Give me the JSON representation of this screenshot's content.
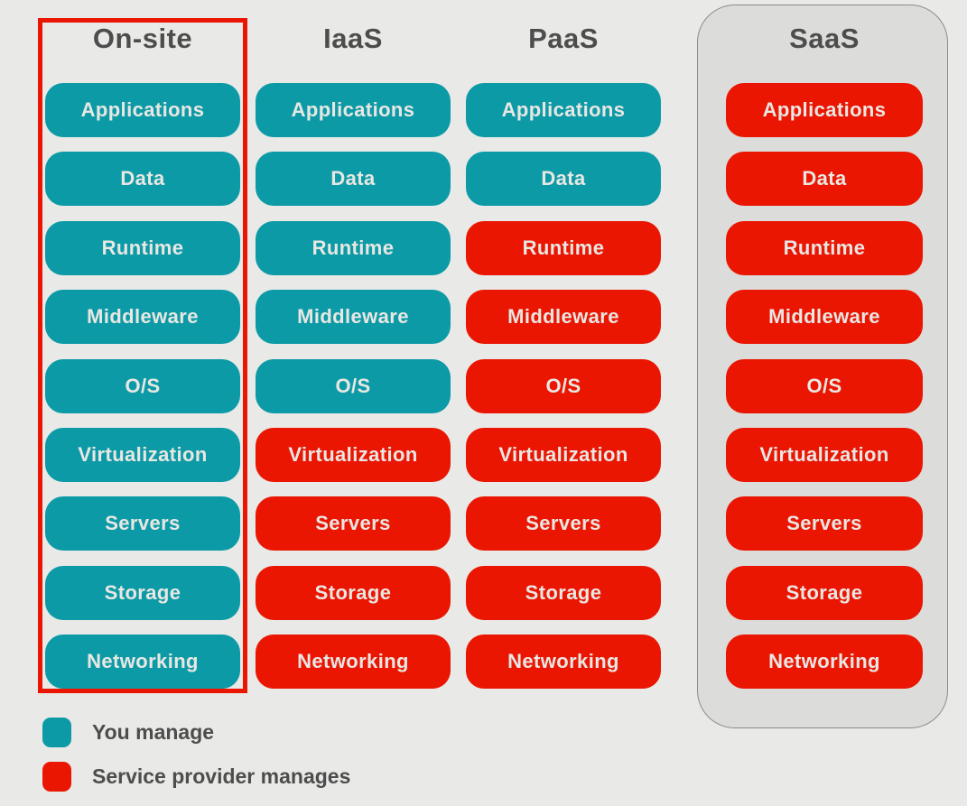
{
  "colors": {
    "background": "#E9E9E7",
    "teal": "#0C9BA6",
    "red": "#EA1602",
    "pill_text": "#E9E7E3",
    "header_text": "#4D4D4D",
    "saas_box_bg": "#DCDCDA",
    "saas_box_border": "#8C8C8C",
    "highlight_border": "#EA1602"
  },
  "legend": {
    "items": [
      {
        "swatch_color": "#0C9BA6",
        "swatch": "teal",
        "label": "You manage"
      },
      {
        "swatch_color": "#EA1602",
        "swatch": "red",
        "label": "Service provider manages"
      }
    ]
  },
  "columns": [
    {
      "name": "On-site",
      "highlighted": true,
      "pills": [
        {
          "label": "Applications",
          "managed_by": "you"
        },
        {
          "label": "Data",
          "managed_by": "you"
        },
        {
          "label": "Runtime",
          "managed_by": "you"
        },
        {
          "label": "Middleware",
          "managed_by": "you"
        },
        {
          "label": "O/S",
          "managed_by": "you"
        },
        {
          "label": "Virtualization",
          "managed_by": "you"
        },
        {
          "label": "Servers",
          "managed_by": "you"
        },
        {
          "label": "Storage",
          "managed_by": "you"
        },
        {
          "label": "Networking",
          "managed_by": "you"
        }
      ]
    },
    {
      "name": "IaaS",
      "highlighted": false,
      "pills": [
        {
          "label": "Applications",
          "managed_by": "you"
        },
        {
          "label": "Data",
          "managed_by": "you"
        },
        {
          "label": "Runtime",
          "managed_by": "you"
        },
        {
          "label": "Middleware",
          "managed_by": "you"
        },
        {
          "label": "O/S",
          "managed_by": "you"
        },
        {
          "label": "Virtualization",
          "managed_by": "provider"
        },
        {
          "label": "Servers",
          "managed_by": "provider"
        },
        {
          "label": "Storage",
          "managed_by": "provider"
        },
        {
          "label": "Networking",
          "managed_by": "provider"
        }
      ]
    },
    {
      "name": "PaaS",
      "highlighted": false,
      "pills": [
        {
          "label": "Applications",
          "managed_by": "you"
        },
        {
          "label": "Data",
          "managed_by": "you"
        },
        {
          "label": "Runtime",
          "managed_by": "provider"
        },
        {
          "label": "Middleware",
          "managed_by": "provider"
        },
        {
          "label": "O/S",
          "managed_by": "provider"
        },
        {
          "label": "Virtualization",
          "managed_by": "provider"
        },
        {
          "label": "Servers",
          "managed_by": "provider"
        },
        {
          "label": "Storage",
          "managed_by": "provider"
        },
        {
          "label": "Networking",
          "managed_by": "provider"
        }
      ]
    },
    {
      "name": "SaaS",
      "highlighted": false,
      "grouped": true,
      "pills": [
        {
          "label": "Applications",
          "managed_by": "provider"
        },
        {
          "label": "Data",
          "managed_by": "provider"
        },
        {
          "label": "Runtime",
          "managed_by": "provider"
        },
        {
          "label": "Middleware",
          "managed_by": "provider"
        },
        {
          "label": "O/S",
          "managed_by": "provider"
        },
        {
          "label": "Virtualization",
          "managed_by": "provider"
        },
        {
          "label": "Servers",
          "managed_by": "provider"
        },
        {
          "label": "Storage",
          "managed_by": "provider"
        },
        {
          "label": "Networking",
          "managed_by": "provider"
        }
      ]
    }
  ]
}
